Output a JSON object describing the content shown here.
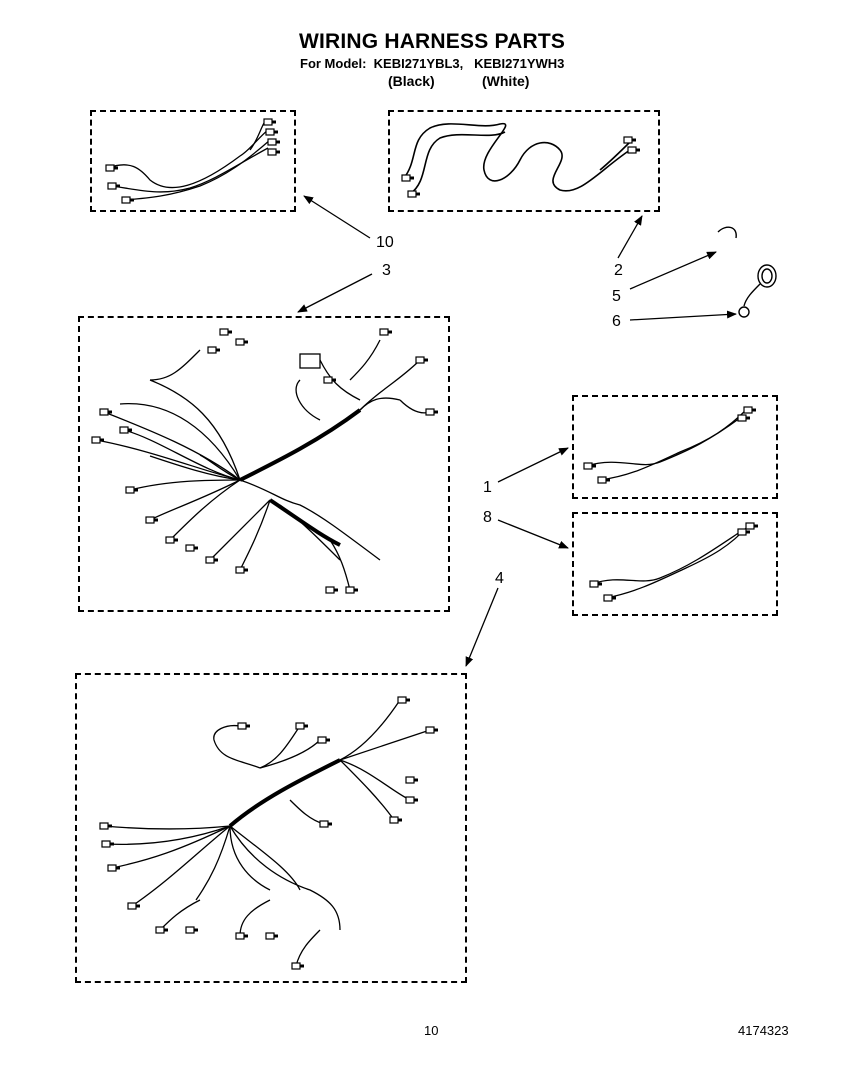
{
  "title": "WIRING HARNESS PARTS",
  "model_line": "For Model:  KEBI271YBL3,   KEBI271YWH3",
  "color_black": "(Black)",
  "color_white": "(White)",
  "callouts": {
    "c10": "10",
    "c3": "3",
    "c2": "2",
    "c5": "5",
    "c6": "6",
    "c1": "1",
    "c8": "8",
    "c4": "4"
  },
  "footer": {
    "page": "10",
    "part_number": "4174323"
  }
}
